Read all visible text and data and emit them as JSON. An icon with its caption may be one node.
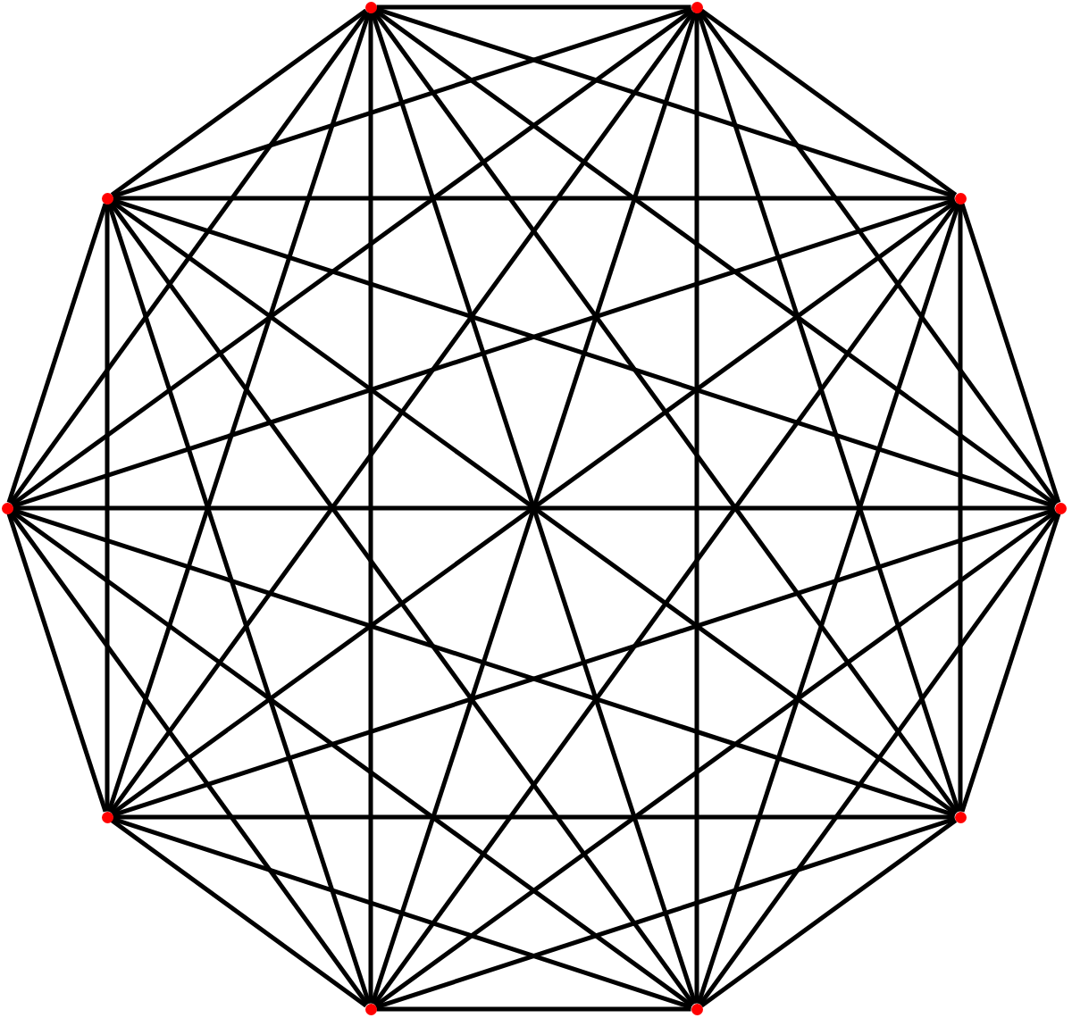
{
  "diagram": {
    "nodes": [
      {
        "text": [],
        "shape": "circle"
      },
      {
        "text": [],
        "shape": "circle"
      },
      {
        "text": [],
        "shape": "circle"
      },
      {
        "text": [],
        "shape": "circle"
      },
      {
        "text": [],
        "shape": "circle"
      },
      {
        "text": [],
        "shape": "circle"
      },
      {
        "text": [],
        "shape": "circle"
      },
      {
        "text": [],
        "shape": "circle"
      },
      {
        "text": [],
        "shape": "circle"
      },
      {
        "text": [],
        "shape": "circle"
      }
    ],
    "edges": [
      {
        "from": 0,
        "to": 1,
        "arrow": "none"
      },
      {
        "from": 0,
        "to": 2,
        "arrow": "none"
      },
      {
        "from": 0,
        "to": 3,
        "arrow": "none"
      },
      {
        "from": 0,
        "to": 4,
        "arrow": "none"
      },
      {
        "from": 0,
        "to": 5,
        "arrow": "none"
      },
      {
        "from": 0,
        "to": 6,
        "arrow": "none"
      },
      {
        "from": 0,
        "to": 7,
        "arrow": "none"
      },
      {
        "from": 0,
        "to": 8,
        "arrow": "none"
      },
      {
        "from": 0,
        "to": 9,
        "arrow": "none"
      },
      {
        "from": 1,
        "to": 2,
        "arrow": "none"
      },
      {
        "from": 1,
        "to": 3,
        "arrow": "none"
      },
      {
        "from": 1,
        "to": 4,
        "arrow": "none"
      },
      {
        "from": 1,
        "to": 5,
        "arrow": "none"
      },
      {
        "from": 1,
        "to": 6,
        "arrow": "none"
      },
      {
        "from": 1,
        "to": 7,
        "arrow": "none"
      },
      {
        "from": 1,
        "to": 8,
        "arrow": "none"
      },
      {
        "from": 1,
        "to": 9,
        "arrow": "none"
      },
      {
        "from": 2,
        "to": 3,
        "arrow": "none"
      },
      {
        "from": 2,
        "to": 4,
        "arrow": "none"
      },
      {
        "from": 2,
        "to": 5,
        "arrow": "none"
      },
      {
        "from": 2,
        "to": 6,
        "arrow": "none"
      },
      {
        "from": 2,
        "to": 7,
        "arrow": "none"
      },
      {
        "from": 2,
        "to": 8,
        "arrow": "none"
      },
      {
        "from": 2,
        "to": 9,
        "arrow": "none"
      },
      {
        "from": 3,
        "to": 4,
        "arrow": "none"
      },
      {
        "from": 3,
        "to": 5,
        "arrow": "none"
      },
      {
        "from": 3,
        "to": 6,
        "arrow": "none"
      },
      {
        "from": 3,
        "to": 7,
        "arrow": "none"
      },
      {
        "from": 3,
        "to": 8,
        "arrow": "none"
      },
      {
        "from": 3,
        "to": 9,
        "arrow": "none"
      },
      {
        "from": 4,
        "to": 5,
        "arrow": "none"
      },
      {
        "from": 4,
        "to": 6,
        "arrow": "none"
      },
      {
        "from": 4,
        "to": 7,
        "arrow": "none"
      },
      {
        "from": 4,
        "to": 8,
        "arrow": "none"
      },
      {
        "from": 4,
        "to": 9,
        "arrow": "none"
      },
      {
        "from": 5,
        "to": 6,
        "arrow": "none"
      },
      {
        "from": 5,
        "to": 7,
        "arrow": "none"
      },
      {
        "from": 5,
        "to": 8,
        "arrow": "none"
      },
      {
        "from": 5,
        "to": 9,
        "arrow": "none"
      },
      {
        "from": 6,
        "to": 7,
        "arrow": "none"
      },
      {
        "from": 6,
        "to": 8,
        "arrow": "none"
      },
      {
        "from": 6,
        "to": 9,
        "arrow": "none"
      },
      {
        "from": 7,
        "to": 8,
        "arrow": "none"
      },
      {
        "from": 7,
        "to": 9,
        "arrow": "none"
      },
      {
        "from": 8,
        "to": 9,
        "arrow": "none"
      }
    ]
  }
}
